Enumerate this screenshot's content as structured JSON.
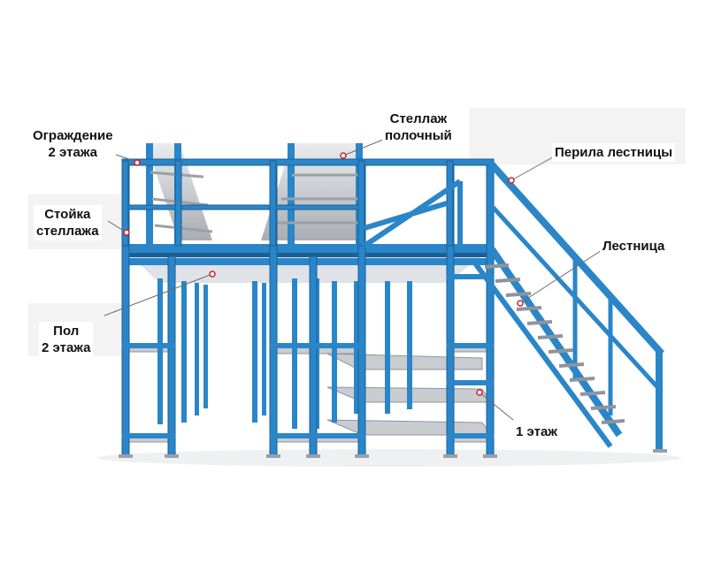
{
  "labels": {
    "guard_2nd_floor": [
      "Ограждение",
      "2 этажа"
    ],
    "shelf_rack": [
      "Стеллаж",
      "полочный"
    ],
    "stair_railing": "Перила лестницы",
    "rack_post": [
      "Стойка",
      "стеллажа"
    ],
    "stairs": "Лестница",
    "floor_2nd": [
      "Пол",
      "2 этажа"
    ],
    "floor_1st": "1 этаж"
  },
  "colors": {
    "frame_blue": "#2a86c8",
    "frame_blue_dark": "#1b5f94",
    "shelf_grey": "#c9ccd1",
    "shelf_grey_dark": "#8f949b",
    "leader_line": "#6b6b6b",
    "marker_red": "#d0202a"
  }
}
